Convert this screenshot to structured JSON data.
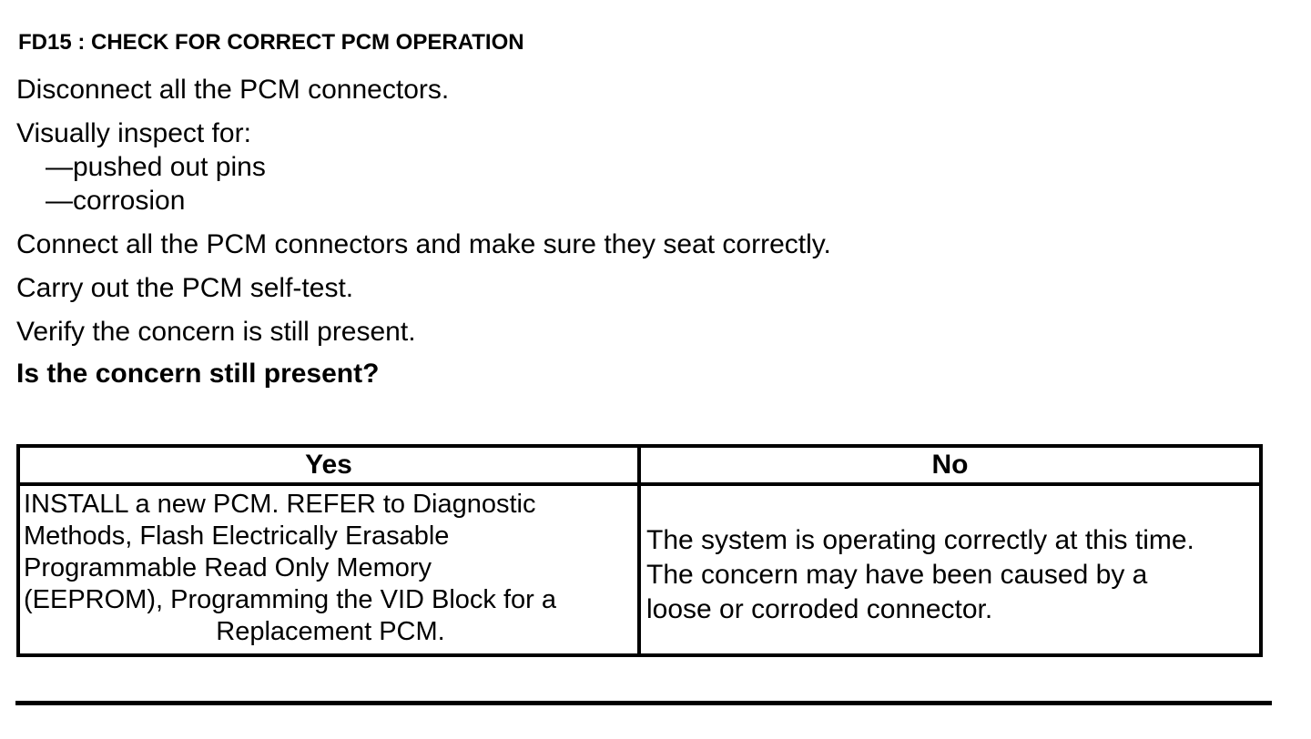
{
  "title": "FD15 : CHECK FOR CORRECT PCM OPERATION",
  "steps": {
    "disconnect": "Disconnect all the PCM connectors.",
    "inspect": "Visually inspect for:",
    "inspect_items": [
      "—pushed out pins",
      "—corrosion"
    ],
    "connect": "Connect all the PCM connectors and make sure they seat correctly.",
    "self_test": "Carry out the PCM self-test.",
    "verify": "Verify the concern is still present.",
    "question": "Is the concern still present?"
  },
  "table": {
    "headers": [
      "Yes",
      "No"
    ],
    "yes_lines": [
      "INSTALL a new PCM. REFER to Diagnostic",
      "Methods,  Flash Electrically Erasable",
      "Programmable Read Only Memory",
      "(EEPROM), Programming the VID Block for a",
      "Replacement PCM."
    ],
    "no_lines": [
      "The system is operating correctly at this time.",
      "The concern may have been caused by a",
      "loose or corroded connector."
    ]
  }
}
